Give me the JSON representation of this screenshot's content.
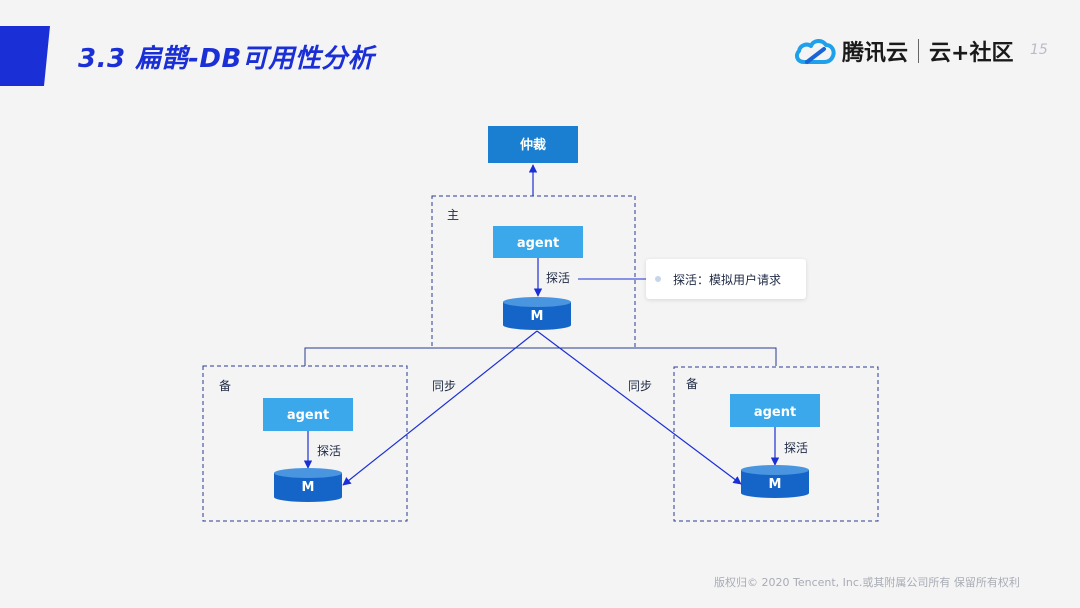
{
  "header": {
    "title": "3.3  扁鹊-DB可用性分析",
    "brand": "腾讯云",
    "community": "云+社区",
    "page_number": "15"
  },
  "diagram": {
    "arbiter": "仲裁",
    "primary": {
      "label": "主",
      "agent": "agent",
      "probe": "探活",
      "db": "M"
    },
    "probe_note": "探活：模拟用户请求",
    "standby_left": {
      "label": "备",
      "agent": "agent",
      "probe": "探活",
      "db": "M"
    },
    "standby_right": {
      "label": "备",
      "agent": "agent",
      "probe": "探活",
      "db": "M"
    },
    "sync_left": "同步",
    "sync_right": "同步"
  },
  "footer": {
    "copyright": "版权归© 2020 Tencent, Inc.或其附属公司所有 保留所有权利"
  },
  "colors": {
    "accent": "#1b2fd6",
    "arbiter_box": "#1a7fd1",
    "agent_box": "#3aa8ea",
    "db": "#1565c8",
    "line": "#1b2fd6"
  }
}
